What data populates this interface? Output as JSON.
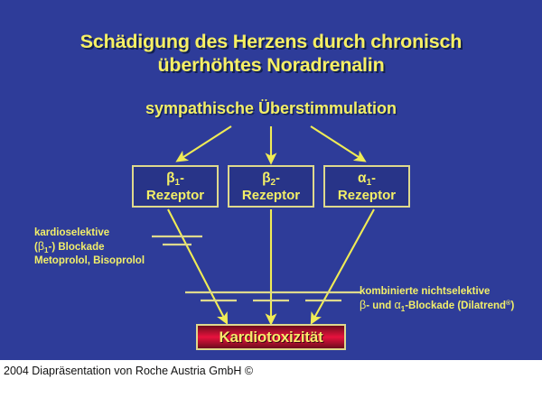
{
  "slide": {
    "background_color": "#2e3c99",
    "accent_text_color": "#f2ef6a",
    "box_border_color": "#ded98d",
    "arrow_color": "#f0ec55",
    "toxicity_color": "#e8123e",
    "title_line1": "Schädigung des Herzens durch chronisch",
    "title_line2": "überhöhtes Noradrenalin",
    "subtitle": "sympathische Überstimmulation",
    "receptors": [
      {
        "greek": "β",
        "sub": "1",
        "dash": "-",
        "line2": "Rezeptor",
        "name": "beta1"
      },
      {
        "greek": "β",
        "sub": "2",
        "dash": "-",
        "line2": "Rezeptor",
        "name": "beta2"
      },
      {
        "greek": "α",
        "sub": "1",
        "dash": "-",
        "line2": "Rezeptor",
        "name": "alpha1"
      }
    ],
    "annotation_left": {
      "line1": "kardioselektive",
      "line2_pre": "(",
      "line2_greek": "β",
      "line2_sub": "1",
      "line2_post": "-) Blockade",
      "line3": "Metoprolol, Bisoprolol"
    },
    "annotation_right": {
      "line1": "kombinierte nichtselektive",
      "line2_greek1": "β",
      "line2_mid": "- und ",
      "line2_greek2": "α",
      "line2_sub": "1",
      "line2_post": "-Blockade (Dilatrend",
      "line2_sup": "®",
      "line2_end": ")"
    },
    "toxicity_label": "Kardiotoxizität"
  },
  "footer": {
    "text": "2004 Diapräsentation von Roche Austria GmbH ©"
  }
}
